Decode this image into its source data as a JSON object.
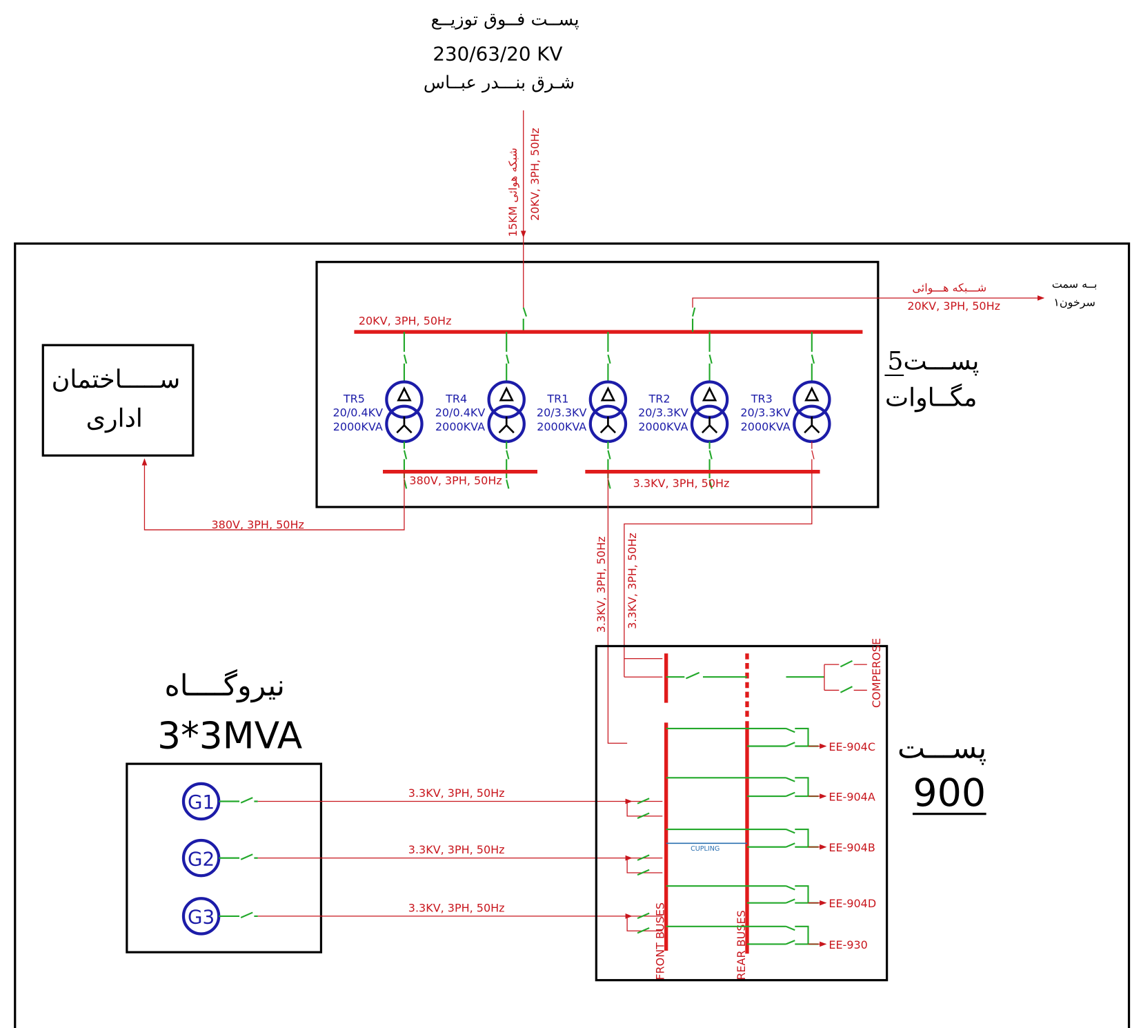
{
  "colors": {
    "line": "#c8161d",
    "bus": "#e01b1b",
    "switch": "#22a82a",
    "transformer": "#1c1ca8",
    "coupling": "#2a6fb0"
  },
  "upstream": {
    "title": "پســت فــوق توزیــع",
    "voltage": "230/63/20 KV",
    "location": "شـرق بنـــدر عبــاس",
    "feeder_label_fa": "15KM شبکه هوائی",
    "feeder_rating": "20KV, 3PH, 50Hz"
  },
  "mw5_substation": {
    "title_line1": "پســـت5",
    "title_line2": "مگــاوات",
    "hv_bus_label": "20KV, 3PH, 50Hz",
    "lv_bus_380_label": "380V, 3PH, 50Hz",
    "lv_bus_33_label": "3.3KV, 3PH, 50Hz",
    "transformers": [
      {
        "name": "TR5",
        "ratio": "20/0.4KV",
        "rating": "2000KVA"
      },
      {
        "name": "TR4",
        "ratio": "20/0.4KV",
        "rating": "2000KVA"
      },
      {
        "name": "TR1",
        "ratio": "20/3.3KV",
        "rating": "2000KVA"
      },
      {
        "name": "TR2",
        "ratio": "20/3.3KV",
        "rating": "2000KVA"
      },
      {
        "name": "TR3",
        "ratio": "20/3.3KV",
        "rating": "2000KVA"
      }
    ],
    "outgoing_fa": "شـــبکه هـــوائی",
    "outgoing_rating": "20KV, 3PH, 50Hz",
    "destination_line1": "بــه سمت",
    "destination_line2": "سرخون۱"
  },
  "admin_building": {
    "line1": "ســـــاختمان",
    "line2": "اداری",
    "feed_label": "380V, 3PH, 50Hz"
  },
  "tr1_feed_label": "3.3KV, 3PH, 50Hz",
  "tr3_feed_label": "3.3KV, 3PH, 50Hz",
  "power_plant": {
    "title": "نیروگــــاه",
    "capacity": "3*3MVA",
    "generators": [
      {
        "name": "G1",
        "label": "3.3KV, 3PH, 50Hz"
      },
      {
        "name": "G2",
        "label": "3.3KV, 3PH, 50Hz"
      },
      {
        "name": "G3",
        "label": "3.3KV, 3PH, 50Hz"
      }
    ]
  },
  "substation_900": {
    "title_line1": "پســـت",
    "title_line2": "900",
    "front_bus_label": "FRONT BUSES",
    "rear_bus_label": "REAR BUSES",
    "coupling_label": "CUPLING",
    "compressor_label": "COMPEROSE",
    "outputs": [
      "EE-904C",
      "EE-904A",
      "EE-904B",
      "EE-904D",
      "EE-930"
    ]
  }
}
